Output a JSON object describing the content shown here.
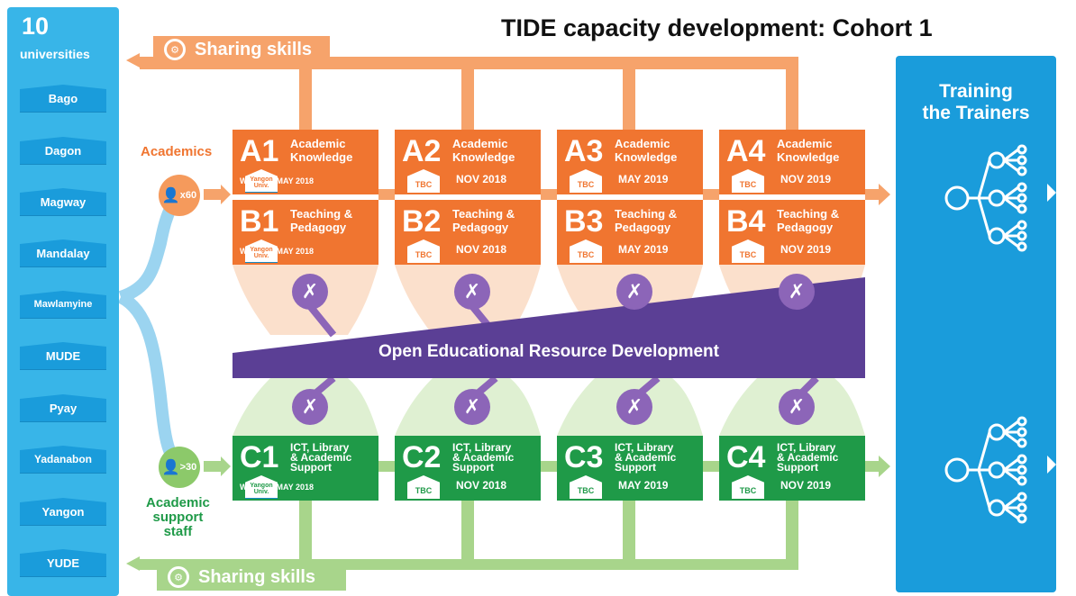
{
  "title": "TIDE capacity development: Cohort 1",
  "universities": {
    "count": "10",
    "label": "universities",
    "items": [
      "Bago",
      "Dagon",
      "Magway",
      "Mandalay",
      "Mawlamyine",
      "MUDE",
      "Pyay",
      "Yadanabon",
      "Yangon",
      "YUDE"
    ]
  },
  "sharing": {
    "top_label": "Sharing skills",
    "bottom_label": "Sharing skills"
  },
  "groups": {
    "academics": "Academics",
    "academics_count": "x60",
    "support_line1": "Academic",
    "support_line2": "support",
    "support_line3": "staff",
    "support_count": ">30"
  },
  "modules_a": [
    {
      "code": "A1",
      "name_line1": "Academic",
      "name_line2": "Knowledge",
      "date": "W/C 21st MAY 2018",
      "venue_line1": "Yangon",
      "venue_line2": "Univ."
    },
    {
      "code": "A2",
      "name_line1": "Academic",
      "name_line2": "Knowledge",
      "date": "NOV 2018",
      "venue": "TBC"
    },
    {
      "code": "A3",
      "name_line1": "Academic",
      "name_line2": "Knowledge",
      "date": "MAY 2019",
      "venue": "TBC"
    },
    {
      "code": "A4",
      "name_line1": "Academic",
      "name_line2": "Knowledge",
      "date": "NOV 2019",
      "venue": "TBC"
    }
  ],
  "modules_b": [
    {
      "code": "B1",
      "name_line1": "Teaching &",
      "name_line2": "Pedagogy",
      "date": "W/C 21st MAY 2018",
      "venue_line1": "Yangon",
      "venue_line2": "Univ."
    },
    {
      "code": "B2",
      "name_line1": "Teaching &",
      "name_line2": "Pedagogy",
      "date": "NOV 2018",
      "venue": "TBC"
    },
    {
      "code": "B3",
      "name_line1": "Teaching &",
      "name_line2": "Pedagogy",
      "date": "MAY 2019",
      "venue": "TBC"
    },
    {
      "code": "B4",
      "name_line1": "Teaching &",
      "name_line2": "Pedagogy",
      "date": "NOV 2019",
      "venue": "TBC"
    }
  ],
  "modules_c": [
    {
      "code": "C1",
      "name_line1": "ICT, Library",
      "name_line2": "& Academic",
      "name_line3": "Support",
      "date": "W/C 21st MAY 2018",
      "venue_line1": "Yangon",
      "venue_line2": "Univ."
    },
    {
      "code": "C2",
      "name_line1": "ICT, Library",
      "name_line2": "& Academic",
      "name_line3": "Support",
      "date": "NOV 2018",
      "venue": "TBC"
    },
    {
      "code": "C3",
      "name_line1": "ICT, Library",
      "name_line2": "& Academic",
      "name_line3": "Support",
      "date": "MAY 2019",
      "venue": "TBC"
    },
    {
      "code": "C4",
      "name_line1": "ICT, Library",
      "name_line2": "& Academic",
      "name_line3": "Support",
      "date": "NOV 2019",
      "venue": "TBC"
    }
  ],
  "oer_label": "Open Educational Resource Development",
  "ttt": {
    "line1": "Training",
    "line2": "the Trainers"
  },
  "colors": {
    "orange": "#f07530",
    "green": "#1f9a48",
    "purple": "#5b3f95",
    "blue": "#1a9cdb",
    "light_blue": "#38b5e8"
  },
  "icons": {
    "tools": "wrench-screwdriver-icon",
    "gear": "gear-icon",
    "person": "person-icon",
    "network": "network-tree-icon"
  }
}
